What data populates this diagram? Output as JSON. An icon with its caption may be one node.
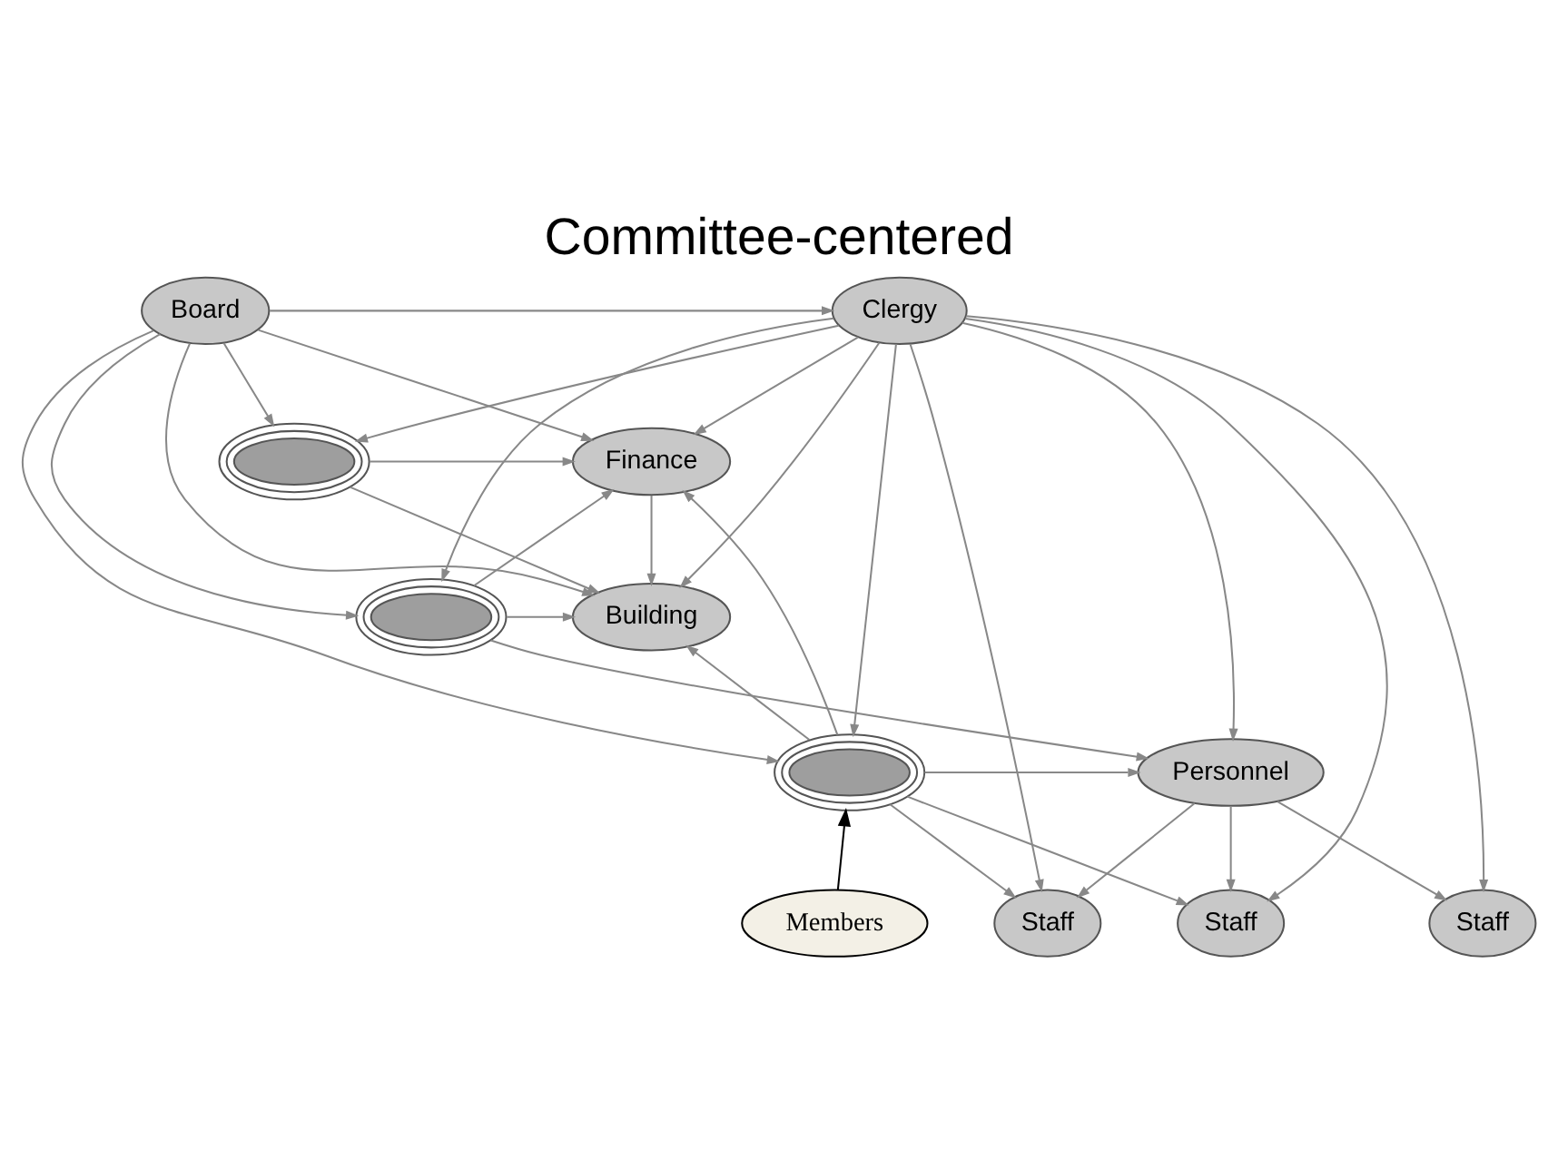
{
  "diagram": {
    "title": "Committee-centered",
    "nodes": [
      {
        "text": [
          "Clergy"
        ]
      },
      {
        "text": [
          "Board"
        ]
      },
      {
        "text": [
          "Finance"
        ]
      },
      {
        "text": [
          "Building"
        ]
      },
      {
        "text": [
          "Personnel"
        ]
      },
      {
        "text": [],
        "shape": "ellipse"
      },
      {
        "text": [],
        "shape": "ellipse"
      },
      {
        "text": [],
        "shape": "ellipse"
      },
      {
        "text": [
          "Staff"
        ]
      },
      {
        "text": [
          "Staff"
        ]
      },
      {
        "text": [
          "Staff"
        ]
      },
      {
        "text": [
          "Members"
        ]
      }
    ],
    "edges": [
      {
        "from": 1,
        "to": 0,
        "arrow": "to"
      },
      {
        "from": 0,
        "to": 2,
        "arrow": "to"
      },
      {
        "from": 0,
        "to": 3,
        "arrow": "to"
      },
      {
        "from": 0,
        "to": 4,
        "arrow": "to"
      },
      {
        "from": 0,
        "to": 5,
        "arrow": "to"
      },
      {
        "from": 0,
        "to": 6,
        "arrow": "to"
      },
      {
        "from": 0,
        "to": 7,
        "arrow": "to"
      },
      {
        "from": 0,
        "to": 8,
        "arrow": "to"
      },
      {
        "from": 0,
        "to": 9,
        "arrow": "to"
      },
      {
        "from": 0,
        "to": 10,
        "arrow": "to"
      },
      {
        "from": 1,
        "to": 2,
        "arrow": "to"
      },
      {
        "from": 1,
        "to": 3,
        "arrow": "to"
      },
      {
        "from": 1,
        "to": 5,
        "arrow": "to"
      },
      {
        "from": 1,
        "to": 6,
        "arrow": "to"
      },
      {
        "from": 1,
        "to": 7,
        "arrow": "to"
      },
      {
        "from": 2,
        "to": 3,
        "arrow": "to"
      },
      {
        "from": 5,
        "to": 2,
        "arrow": "to"
      },
      {
        "from": 5,
        "to": 3,
        "arrow": "to"
      },
      {
        "from": 6,
        "to": 2,
        "arrow": "to"
      },
      {
        "from": 6,
        "to": 3,
        "arrow": "to"
      },
      {
        "from": 6,
        "to": 4,
        "arrow": "to"
      },
      {
        "from": 7,
        "to": 2,
        "arrow": "to"
      },
      {
        "from": 7,
        "to": 3,
        "arrow": "to"
      },
      {
        "from": 7,
        "to": 4,
        "arrow": "to"
      },
      {
        "from": 7,
        "to": 8,
        "arrow": "to"
      },
      {
        "from": 7,
        "to": 10,
        "arrow": "to"
      },
      {
        "from": 4,
        "to": 8,
        "arrow": "to"
      },
      {
        "from": 4,
        "to": 9,
        "arrow": "to"
      },
      {
        "from": 4,
        "to": 10,
        "arrow": "to"
      },
      {
        "from": 11,
        "to": 7,
        "arrow": "to",
        "color": "#000000"
      }
    ]
  }
}
